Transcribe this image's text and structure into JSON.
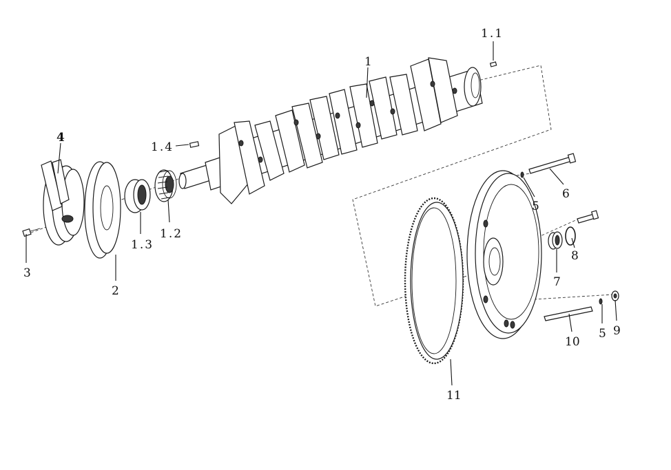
{
  "labels": {
    "p1": "1",
    "p1_1": "1.1",
    "p1_2": "1.2",
    "p1_3": "1.3",
    "p1_4": "1.4",
    "p2": "2",
    "p3": "3",
    "p4": "4",
    "p5a": "5",
    "p5b": "5",
    "p6": "6",
    "p7": "7",
    "p8": "8",
    "p9": "9",
    "p10": "10",
    "p11": "11"
  }
}
